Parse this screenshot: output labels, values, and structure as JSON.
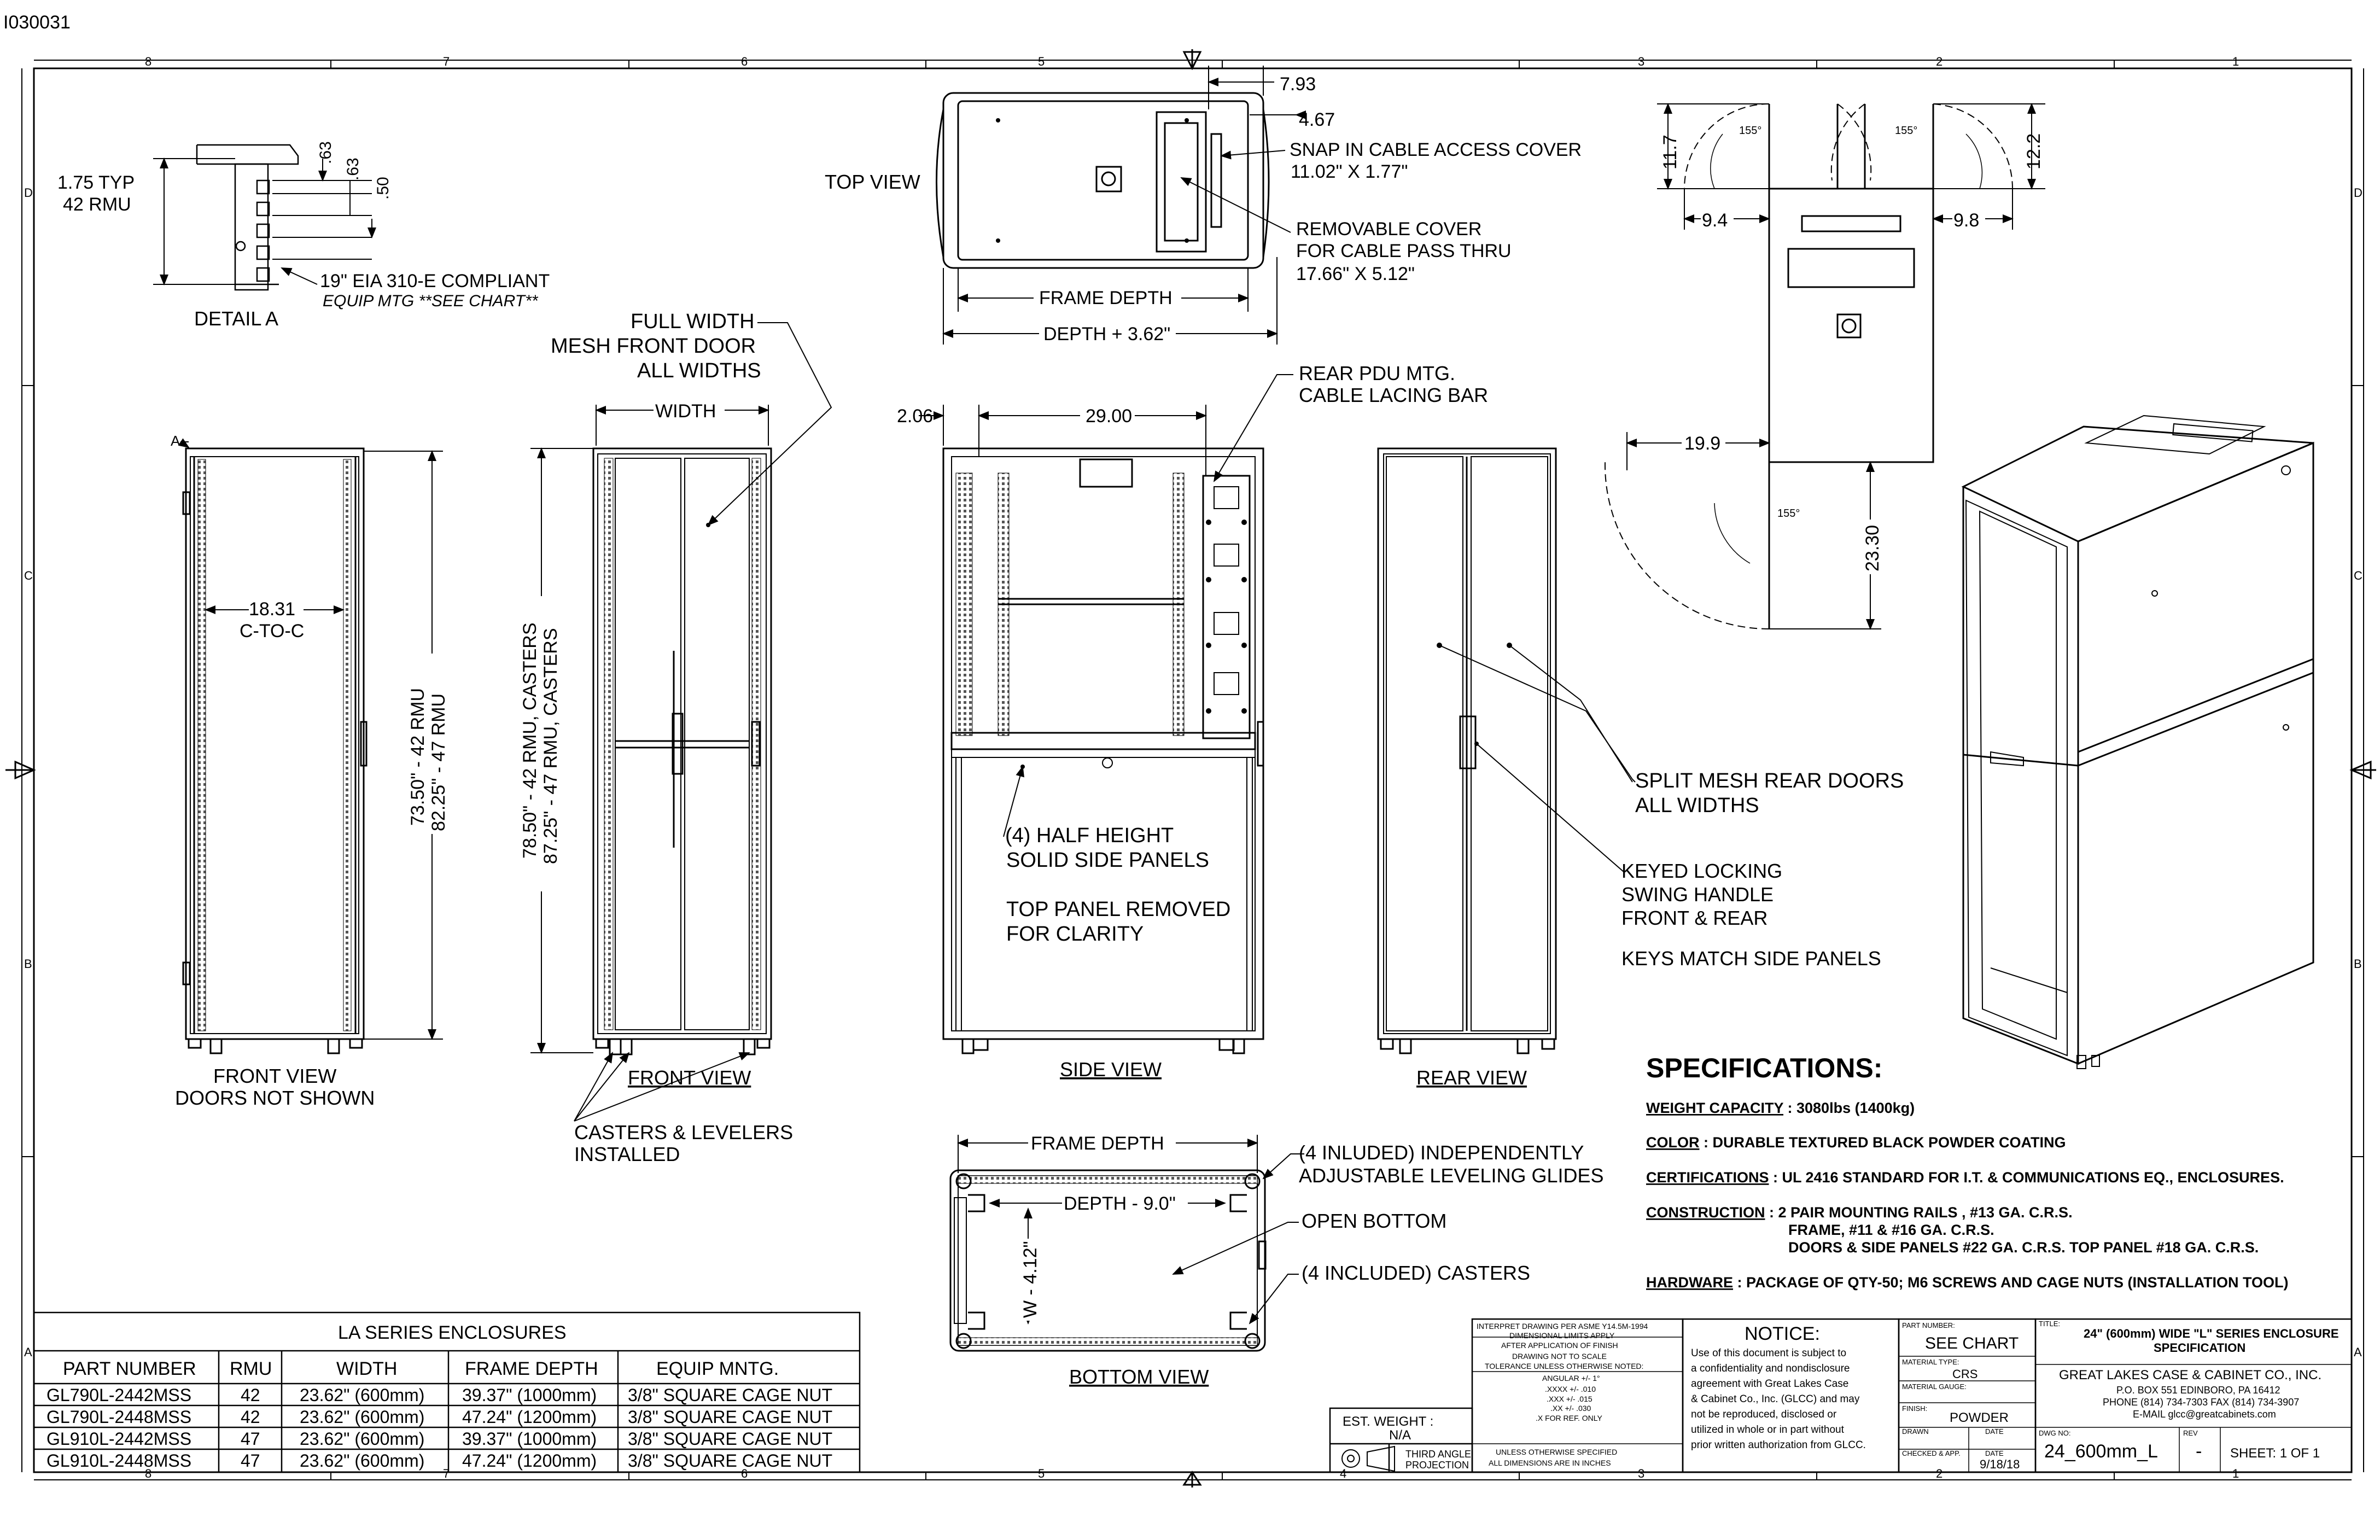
{
  "drawing_id": "I030031",
  "zone_cols": [
    "8",
    "7",
    "6",
    "5",
    "4",
    "3",
    "2",
    "1"
  ],
  "zone_rows": [
    "D",
    "C",
    "B",
    "A"
  ],
  "detail_a": {
    "typ": "1.75 TYP",
    "rmu": "42 RMU",
    "dim1": ".63",
    "dim2": ".63",
    "dim3": ".50",
    "eia": "19\" EIA 310-E COMPLIANT",
    "equip": "EQUIP MTG **SEE CHART**",
    "title": "DETAIL  A"
  },
  "top_view": {
    "title": "TOP VIEW",
    "d793": "7.93",
    "d467": "4.67",
    "snap1": "SNAP IN CABLE ACCESS COVER",
    "snap2": "11.02\" X 1.77\"",
    "rem1": "REMOVABLE COVER",
    "rem2": "FOR CABLE PASS THRU",
    "rem3": "17.66\" X 5.12\"",
    "frame_depth": "FRAME DEPTH",
    "depth_plus": "DEPTH + 3.62\""
  },
  "door_swing": {
    "h117": "11.7",
    "h122": "12.2",
    "a1": "155°",
    "a2": "155°",
    "a3": "155°",
    "w94": "9.4",
    "w98": "9.8",
    "w199": "19.9",
    "v2330": "23.30"
  },
  "front_view_nodoors": {
    "marker": "A",
    "c2c1": "18.31",
    "c2c2": "C-TO-C",
    "h1": "73.50\" - 42 RMU",
    "h2": "82.25\" - 47 RMU",
    "title1": "FRONT VIEW",
    "title2": "DOORS NOT SHOWN"
  },
  "front_view": {
    "mesh1": "FULL WIDTH",
    "mesh2": "MESH FRONT DOOR",
    "mesh3": "ALL WIDTHS",
    "width": "WIDTH",
    "h1": "78.50\" - 42 RMU, CASTERS",
    "h2": "87.25\" - 47 RMU, CASTERS",
    "title": "FRONT VIEW",
    "cast1": "CASTERS & LEVELERS",
    "cast2": "INSTALLED"
  },
  "side_view": {
    "d206": "2.06",
    "d2900": "29.00",
    "pdu1": "REAR PDU MTG.",
    "pdu2": "CABLE LACING BAR",
    "half1": "(4) HALF HEIGHT",
    "half2": "SOLID SIDE PANELS",
    "top1": "TOP PANEL REMOVED",
    "top2": "FOR CLARITY",
    "title": "SIDE VIEW"
  },
  "rear_view": {
    "split1": "SPLIT MESH REAR DOORS",
    "split2": "ALL WIDTHS",
    "keyed1": "KEYED LOCKING",
    "keyed2": "SWING HANDLE",
    "keyed3": "FRONT & REAR",
    "keys": "KEYS MATCH SIDE PANELS",
    "title": "REAR VIEW"
  },
  "bottom_view": {
    "frame_depth": "FRAME DEPTH",
    "depth9": "DEPTH - 9.0\"",
    "w412": "W - 4.12\"",
    "glide1": "(4 INLUDED) INDEPENDENTLY",
    "glide2": "ADJUSTABLE LEVELING GLIDES",
    "open": "OPEN BOTTOM",
    "casters": "(4 INCLUDED) CASTERS",
    "title": "BOTTOM VIEW"
  },
  "specs": {
    "title": "SPECIFICATIONS:",
    "w_label": "WEIGHT CAPACITY",
    "w_val": " : 3080lbs (1400kg)",
    "c_label": "COLOR",
    "c_val": " : DURABLE TEXTURED BLACK POWDER COATING",
    "cert_label": "CERTIFICATIONS",
    "cert_val": " : UL 2416 STANDARD FOR I.T. & COMMUNICATIONS EQ., ENCLOSURES.",
    "con_label": "CONSTRUCTION",
    "con_val1": " : 2 PAIR MOUNTING RAILS ,  #13 GA. C.R.S.",
    "con_val2": "FRAME, #11 & #16 GA. C.R.S.",
    "con_val3": "DOORS & SIDE PANELS #22 GA. C.R.S. TOP PANEL #18 GA. C.R.S.",
    "hw_label": "HARDWARE",
    "hw_val": " : PACKAGE OF QTY-50; M6 SCREWS AND CAGE NUTS (INSTALLATION TOOL)"
  },
  "table": {
    "title": "LA SERIES ENCLOSURES",
    "headers": [
      "PART NUMBER",
      "RMU",
      "WIDTH",
      "FRAME DEPTH",
      "EQUIP MNTG."
    ],
    "rows": [
      [
        "GL790L-2442MSS",
        "42",
        "23.62\"  (600mm)",
        "39.37\" (1000mm)",
        "3/8\" SQUARE  CAGE NUT"
      ],
      [
        "GL790L-2448MSS",
        "42",
        "23.62\"  (600mm)",
        "47.24\" (1200mm)",
        "3/8\" SQUARE  CAGE NUT"
      ],
      [
        "GL910L-2442MSS",
        "47",
        "23.62\"  (600mm)",
        "39.37\" (1000mm)",
        "3/8\" SQUARE  CAGE NUT"
      ],
      [
        "GL910L-2448MSS",
        "47",
        "23.62\"  (600mm)",
        "47.24\" (1200mm)",
        "3/8\" SQUARE  CAGE NUT"
      ]
    ]
  },
  "title_block": {
    "est_weight": "EST. WEIGHT :",
    "est_val": "N/A",
    "third_angle1": "THIRD ANGLE",
    "third_angle2": "PROJECTION",
    "interp": [
      "INTERPRET DRAWING PER ASME Y14.5M-1994",
      "DIMENSIONAL LIMITS APPLY",
      "AFTER APPLICATION OF FINISH",
      "DRAWING NOT TO SCALE",
      "TOLERANCE UNLESS OTHERWISE NOTED:",
      "ANGULAR +/- 1°",
      ".XXXX +/- .010",
      ".XXX +/- .015",
      ".XX +/- .030",
      ".X FOR REF. ONLY"
    ],
    "units1": "UNLESS OTHERWISE SPECIFIED",
    "units2": "ALL DIMENSIONS ARE IN INCHES",
    "notice_title": "NOTICE:",
    "notice": [
      "Use of this document is subject to",
      "a confidentiality and nondisclosure",
      "agreement with Great Lakes Case",
      "& Cabinet Co., Inc. (GLCC) and may",
      "not be reproduced, disclosed or",
      "utilized in whole or in part without",
      "prior written authorization from GLCC."
    ],
    "part_label": "PART NUMBER:",
    "part_val": "SEE CHART",
    "mat_type_label": "MATERIAL TYPE:",
    "mat_type_val": "CRS",
    "mat_gauge_label": "MATERIAL GAUGE:",
    "finish_label": "FINISH:",
    "finish_val": "POWDER",
    "drawn_label": "DRAWN",
    "date_label": "DATE",
    "checked_label": "CHECKED & APP.",
    "date2_label": "DATE",
    "date_val": "9/18/18",
    "title_label": "TITLE:",
    "title1": "24\" (600mm) WIDE \"L\" SERIES ENCLOSURE",
    "title2": "SPECIFICATION",
    "co1": "GREAT LAKES CASE & CABINET CO., INC.",
    "co2": "P.O. BOX 551 EDINBORO, PA 16412",
    "co3": "PHONE (814) 734-7303 FAX (814) 734-3907",
    "co4": "E-MAIL glcc@greatcabinets.com",
    "dwg_label": "DWG NO:",
    "dwg_val": "24_600mm_L",
    "rev_label": "REV",
    "rev_val": "-",
    "sheet": "SHEET: 1 OF 1"
  }
}
